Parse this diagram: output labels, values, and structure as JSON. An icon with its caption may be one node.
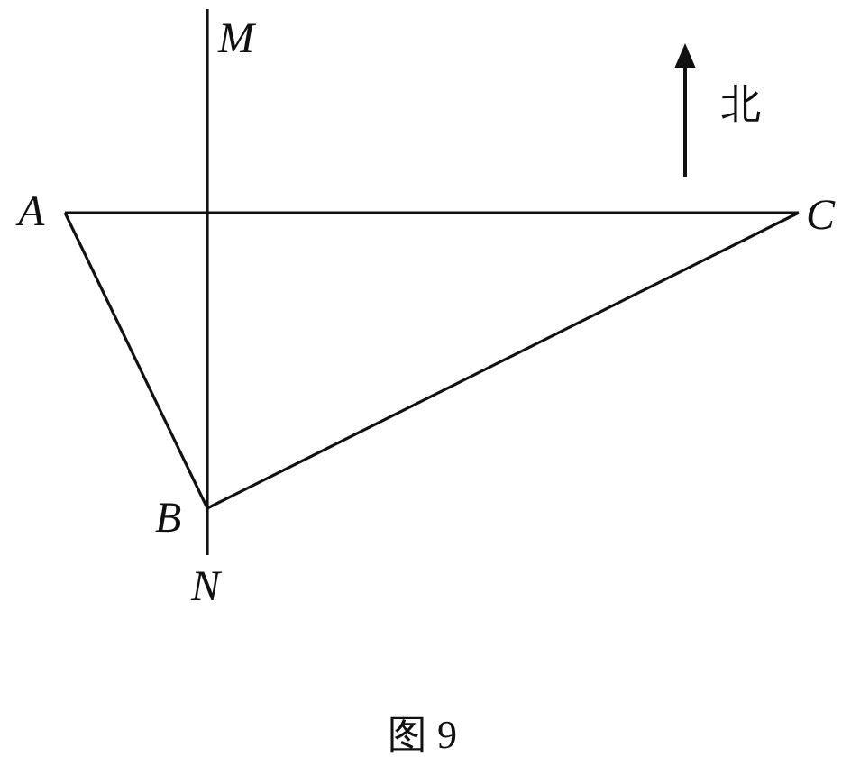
{
  "diagram": {
    "caption": "图 9",
    "nodes": [
      {
        "text": [
          "M"
        ]
      },
      {
        "text": [
          "A"
        ]
      },
      {
        "text": [
          "C"
        ]
      },
      {
        "text": [
          "B"
        ]
      },
      {
        "text": [
          "N"
        ]
      }
    ],
    "edges": [
      {
        "from": 1,
        "to": 2,
        "arrow": "none"
      },
      {
        "from": 1,
        "to": 3,
        "arrow": "none"
      },
      {
        "from": 3,
        "to": 2,
        "arrow": "none"
      },
      {
        "from": 0,
        "to": 4,
        "arrow": "none"
      }
    ],
    "labels": [
      "北"
    ]
  }
}
